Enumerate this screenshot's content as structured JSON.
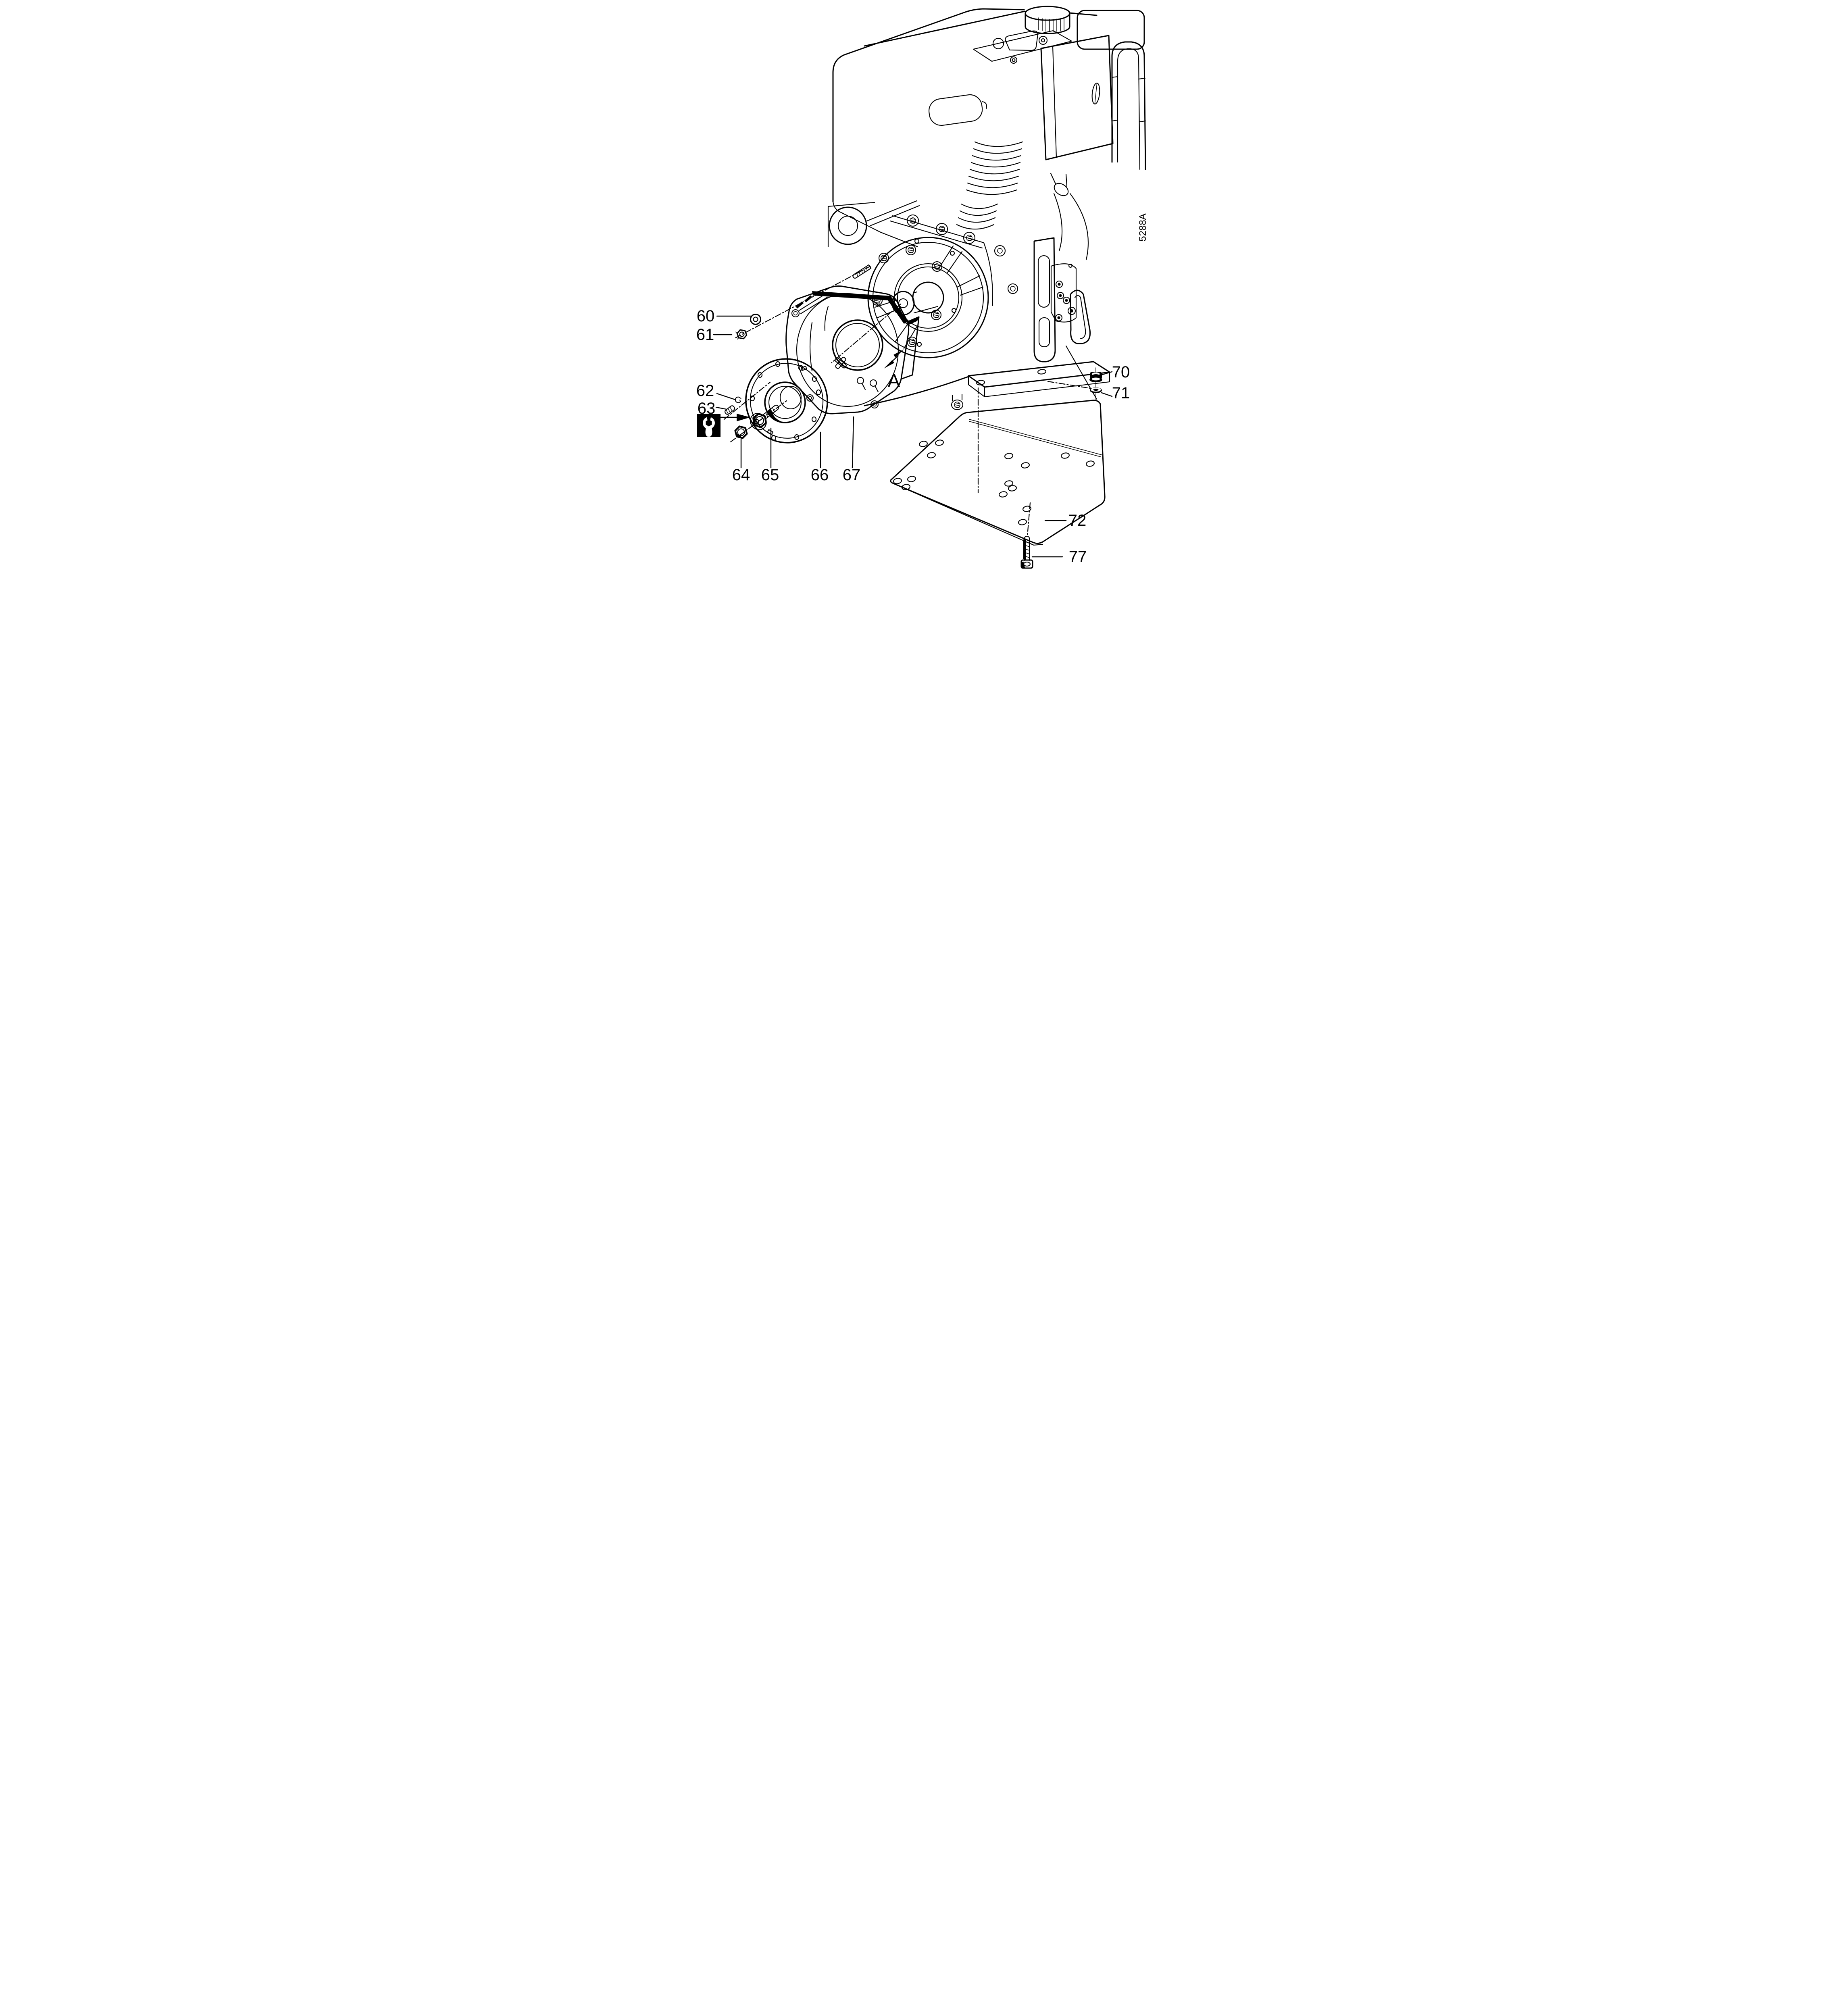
{
  "figure": {
    "number": "5288A"
  },
  "dimension": {
    "label": "A"
  },
  "callouts": [
    {
      "label": "60"
    },
    {
      "label": "61"
    },
    {
      "label": "62"
    },
    {
      "label": "63"
    },
    {
      "label": "64"
    },
    {
      "label": "65"
    },
    {
      "label": "66"
    },
    {
      "label": "67"
    },
    {
      "label": "70"
    },
    {
      "label": "71"
    },
    {
      "label": "72"
    },
    {
      "label": "77"
    }
  ],
  "icons": {
    "wrench": "open-end-wrench-on-nut"
  },
  "colors": {
    "ink": "#000000",
    "paper": "#ffffff"
  }
}
